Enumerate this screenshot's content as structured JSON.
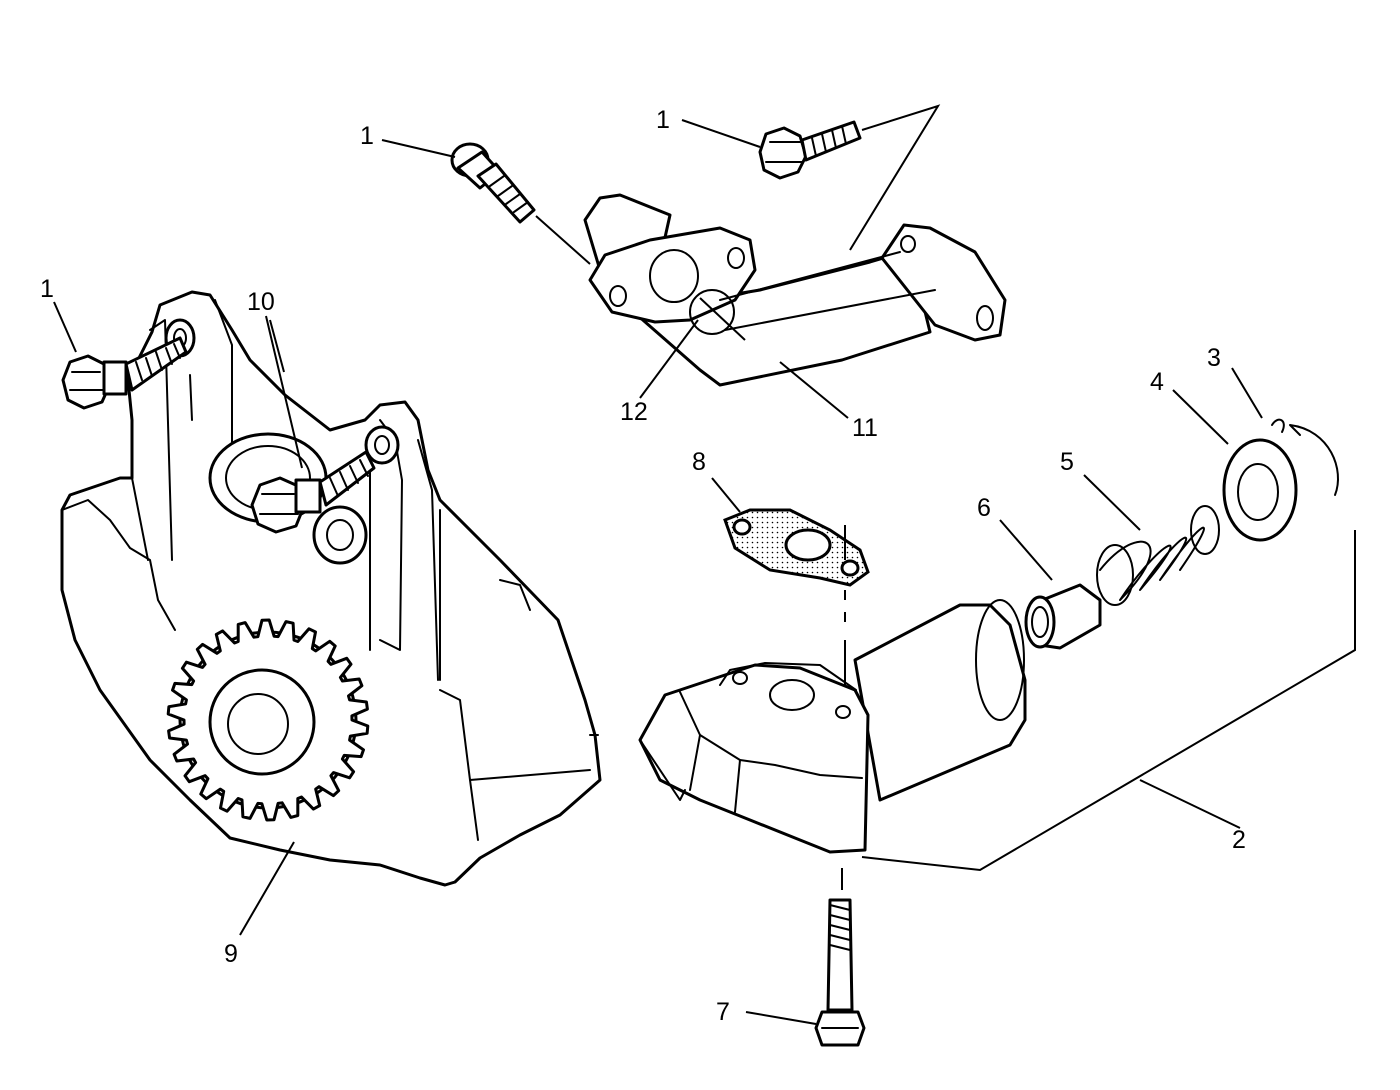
{
  "diagram": {
    "type": "exploded parts view",
    "callouts": {
      "c1_left": "1",
      "c1_top_left": "1",
      "c1_top_right": "1",
      "c2": "2",
      "c3": "3",
      "c4": "4",
      "c5": "5",
      "c6": "6",
      "c7": "7",
      "c8": "8",
      "c9": "9",
      "c10": "10",
      "c11": "11",
      "c12": "12"
    }
  }
}
